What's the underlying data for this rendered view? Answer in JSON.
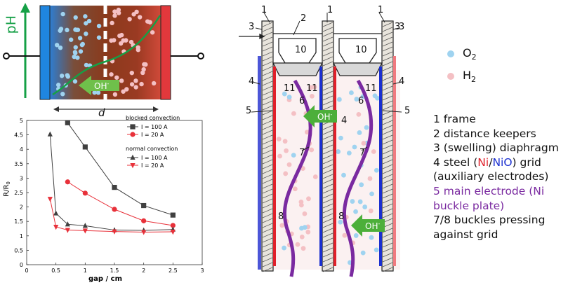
{
  "colors": {
    "o2": "#9fd3f0",
    "h2": "#f4c0c4",
    "nickel_red": "#e0202a",
    "nio_blue": "#1a2fd0",
    "main_electrode": "#7a2aa0",
    "arrow_green": "#4caf3a",
    "ph_green": "#1aa84a"
  },
  "top_left": {
    "ph_label": "pH",
    "oh_label": "OH-",
    "d_label": "d"
  },
  "chart_data": {
    "type": "line",
    "xlabel": "gap / cm",
    "ylabel": "R/R0",
    "xlim": [
      0,
      3
    ],
    "ylim": [
      0,
      5
    ],
    "xticks": [
      "0",
      "0.5",
      "1",
      "1.5",
      "2",
      "2.5",
      "3"
    ],
    "yticks": [
      "0",
      "0.5",
      "1",
      "1.5",
      "2",
      "2.5",
      "3",
      "3.5",
      "4",
      "4.5",
      "5"
    ],
    "legend": {
      "group1_title": "blocked convection",
      "group2_title": "normal convection"
    },
    "series": [
      {
        "name": "I = 100 A",
        "group": "blocked convection",
        "marker": "square",
        "color": "#404040",
        "x": [
          0.7,
          1.0,
          1.5,
          2.0,
          2.5
        ],
        "y": [
          4.92,
          4.08,
          2.68,
          2.05,
          1.72
        ]
      },
      {
        "name": "I =  20 A",
        "group": "blocked convection",
        "marker": "circle",
        "color": "#e8313a",
        "x": [
          0.7,
          1.0,
          1.5,
          2.0,
          2.5
        ],
        "y": [
          2.87,
          2.48,
          1.92,
          1.52,
          1.36
        ]
      },
      {
        "name": "I = 100 A",
        "group": "normal convection",
        "marker": "triangle-up",
        "color": "#404040",
        "x": [
          0.4,
          0.5,
          0.7,
          1.0,
          1.5,
          2.0,
          2.5
        ],
        "y": [
          4.52,
          1.78,
          1.4,
          1.35,
          1.2,
          1.19,
          1.22
        ]
      },
      {
        "name": "I =  20 A",
        "group": "normal convection",
        "marker": "triangle-down",
        "color": "#e8313a",
        "x": [
          0.4,
          0.5,
          0.7,
          1.0,
          1.5,
          2.0,
          2.5
        ],
        "y": [
          2.28,
          1.31,
          1.2,
          1.18,
          1.15,
          1.13,
          1.14
        ]
      }
    ]
  },
  "diagram": {
    "callouts": [
      "1",
      "2",
      "3",
      "1",
      "3",
      "3",
      "1",
      "3",
      "10",
      "10",
      "4",
      "11",
      "11",
      "11",
      "4",
      "6",
      "6",
      "5",
      "5",
      "4",
      "7",
      "7",
      "8",
      "8"
    ],
    "oh_label": "OH-"
  },
  "gas_legend": {
    "o2_label": "O2",
    "h2_label": "H2"
  },
  "legend_right": {
    "line1": "1 frame",
    "line2": "2 distance keepers",
    "line3": "3 (swelling) diaphragm",
    "line4a": "4 steel (",
    "line4b": "Ni",
    "line4c": "/",
    "line4d": "NiO",
    "line4e": ") grid",
    "line5": "(auxiliary electrodes)",
    "line6": "5 main electrode (Ni",
    "line7": "buckle plate)",
    "line8": "7/8 buckles pressing",
    "line9": "against grid"
  }
}
